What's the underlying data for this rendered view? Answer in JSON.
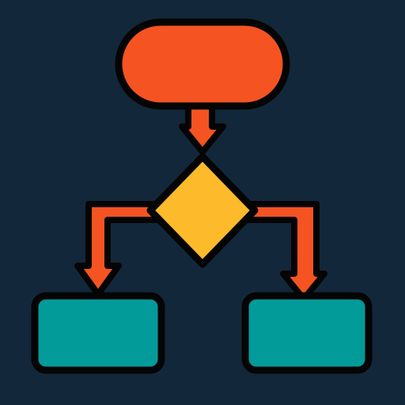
{
  "colors": {
    "background": "#13273A",
    "outline": "#050505",
    "terminator_fill": "#F55322",
    "decision_fill": "#FDBA2A",
    "process_fill": "#039A9A",
    "connector_fill": "#F55322"
  },
  "icon": {
    "name": "flowchart-icon",
    "nodes": [
      {
        "id": "start",
        "shape": "terminator"
      },
      {
        "id": "decision",
        "shape": "decision"
      },
      {
        "id": "process-left",
        "shape": "process"
      },
      {
        "id": "process-right",
        "shape": "process"
      }
    ],
    "edges": [
      {
        "from": "start",
        "to": "decision"
      },
      {
        "from": "decision",
        "to": "process-left"
      },
      {
        "from": "decision",
        "to": "process-right"
      }
    ]
  }
}
